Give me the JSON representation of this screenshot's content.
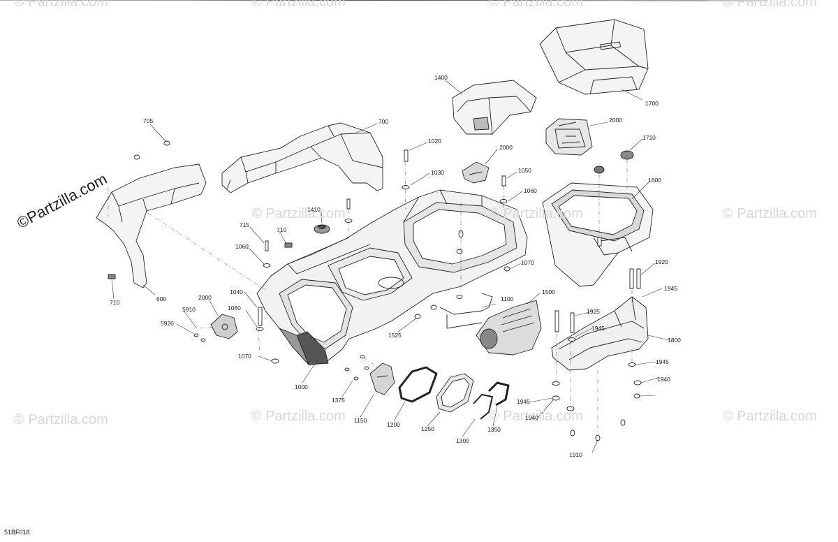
{
  "watermark": {
    "main": "©Partzilla.com",
    "tile": "© Partzilla.com"
  },
  "diagram_code": "51BF018",
  "labels": {
    "l705": "705",
    "l700": "700",
    "l1400": "1400",
    "l1700": "1700",
    "l2000a": "2000",
    "l2000b": "2000",
    "l2000c": "2000",
    "l1020": "1020",
    "l1030": "1030",
    "l1050": "1050",
    "l1060a": "1060",
    "l1060b": "1060",
    "l1060c": "1060",
    "l1710": "1710",
    "l1600": "1600",
    "l1410": "1410",
    "l715": "715",
    "l710a": "710",
    "l710b": "710",
    "l600": "600",
    "l1070a": "1070",
    "l1070b": "1070",
    "l1920": "1920",
    "l1945a": "1945",
    "l1945b": "1945",
    "l1945c": "1945",
    "l1945d": "1945",
    "l1040": "1040",
    "l1100": "1100",
    "l1500": "1500",
    "l1925": "1925",
    "l5910": "5910",
    "l5920": "5920",
    "l1525": "1525",
    "l1800": "1800",
    "l1000": "1000",
    "l1375": "1375",
    "l1150": "1150",
    "l1200": "1200",
    "l1250": "1250",
    "l1300": "1300",
    "l1350": "1350",
    "l1940a": "1940",
    "l1940b": "1940",
    "l1910": "1910"
  }
}
